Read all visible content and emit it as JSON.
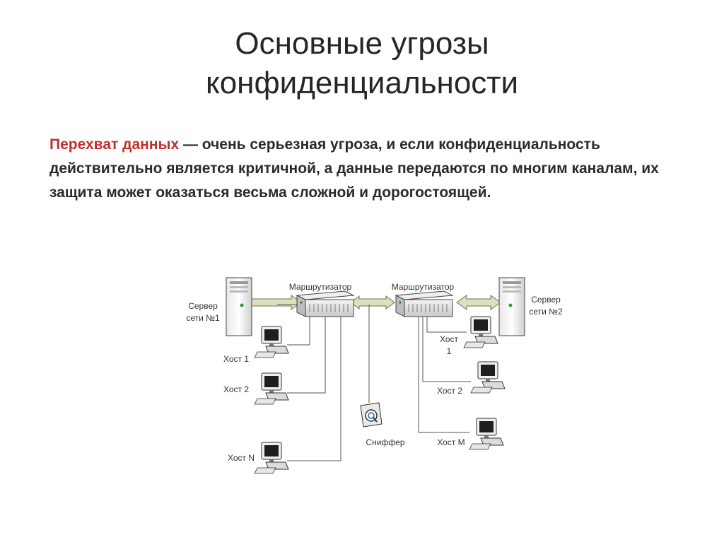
{
  "slide": {
    "title_line1": "Основные угрозы",
    "title_line2": "конфиденциальности",
    "body_highlight": "Перехват данных",
    "body_rest": " — очень серьезная угроза, и если конфиденциальность действительно является критичной, а данные передаются по многим каналам, их защита может оказаться весьма сложной и дорогостоящей.",
    "highlight_color": "#c0302e",
    "text_color": "#2b2b2b"
  },
  "diagram": {
    "router_left": "Маршрутизатор",
    "router_right": "Маршрутизатор",
    "server_left_line1": "Сервер",
    "server_left_line2": "сети №1",
    "server_right_line1": "Сервер",
    "server_right_line2": "сети №2",
    "left_hosts": [
      "Хост 1",
      "Хост 2",
      "Хост N"
    ],
    "right_host1_line1": "Хост",
    "right_host1_line2": "1",
    "right_host2": "Хост 2",
    "right_hostm": "Хост M",
    "sniffer": "Сниффер",
    "arrow_color": "#d9e2bf",
    "line_color": "#555555"
  }
}
